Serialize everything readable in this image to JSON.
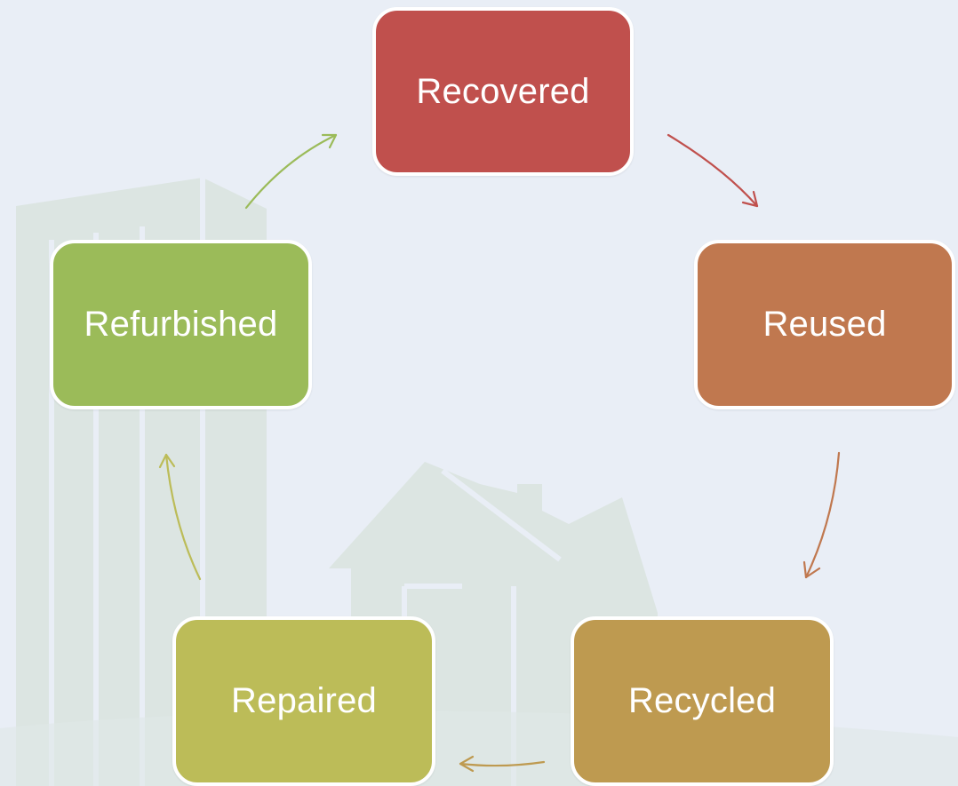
{
  "diagram": {
    "nodes": [
      {
        "id": "recovered",
        "label": "Recovered",
        "color": "#c0504d"
      },
      {
        "id": "reused",
        "label": "Reused",
        "color": "#c0784f"
      },
      {
        "id": "recycled",
        "label": "Recycled",
        "color": "#be9a50"
      },
      {
        "id": "repaired",
        "label": "Repaired",
        "color": "#bcbc58"
      },
      {
        "id": "refurbished",
        "label": "Refurbished",
        "color": "#9bbb59"
      }
    ],
    "cycle": [
      "recovered",
      "reused",
      "recycled",
      "repaired",
      "refurbished",
      "recovered"
    ],
    "arrow_colors": {
      "recovered_to_reused": "#c0504d",
      "reused_to_recycled": "#c0784f",
      "recycled_to_repaired": "#be9a50",
      "repaired_to_refurbished": "#bcbc58",
      "refurbished_to_recovered": "#9bbb59"
    },
    "background": {
      "color": "#e9eef6",
      "watermark": "buildings-and-house-silhouette",
      "watermark_color": "#dde6e4"
    }
  }
}
